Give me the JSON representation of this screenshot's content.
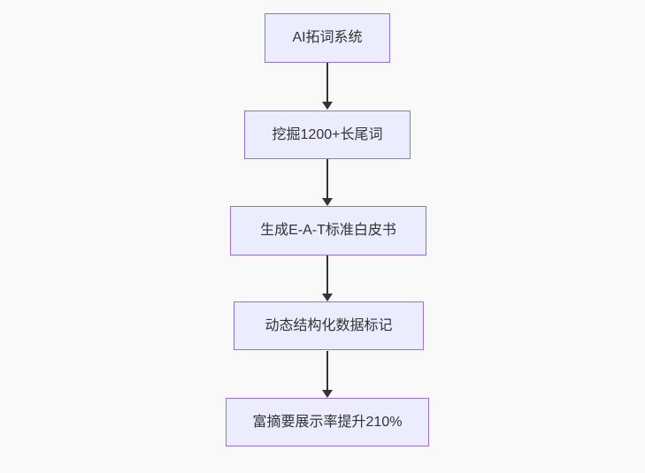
{
  "diagram": {
    "type": "flowchart",
    "direction": "top-down",
    "nodes": [
      {
        "id": "n1",
        "label": "AI拓词系统"
      },
      {
        "id": "n2",
        "label": "挖掘1200+长尾词"
      },
      {
        "id": "n3",
        "label": "生成E-A-T标准白皮书"
      },
      {
        "id": "n4",
        "label": "动态结构化数据标记"
      },
      {
        "id": "n5",
        "label": "富摘要展示率提升210%"
      }
    ],
    "edges": [
      {
        "from": "n1",
        "to": "n2",
        "style": "arrow-down"
      },
      {
        "from": "n2",
        "to": "n3",
        "style": "arrow-down"
      },
      {
        "from": "n3",
        "to": "n4",
        "style": "arrow-down"
      },
      {
        "from": "n4",
        "to": "n5",
        "style": "arrow-down"
      }
    ],
    "colors": {
      "background": "#f9f9f9",
      "node_fill": "#ECECFF",
      "node_border": "#9370DB",
      "text": "#333333",
      "arrow": "#333333"
    }
  }
}
